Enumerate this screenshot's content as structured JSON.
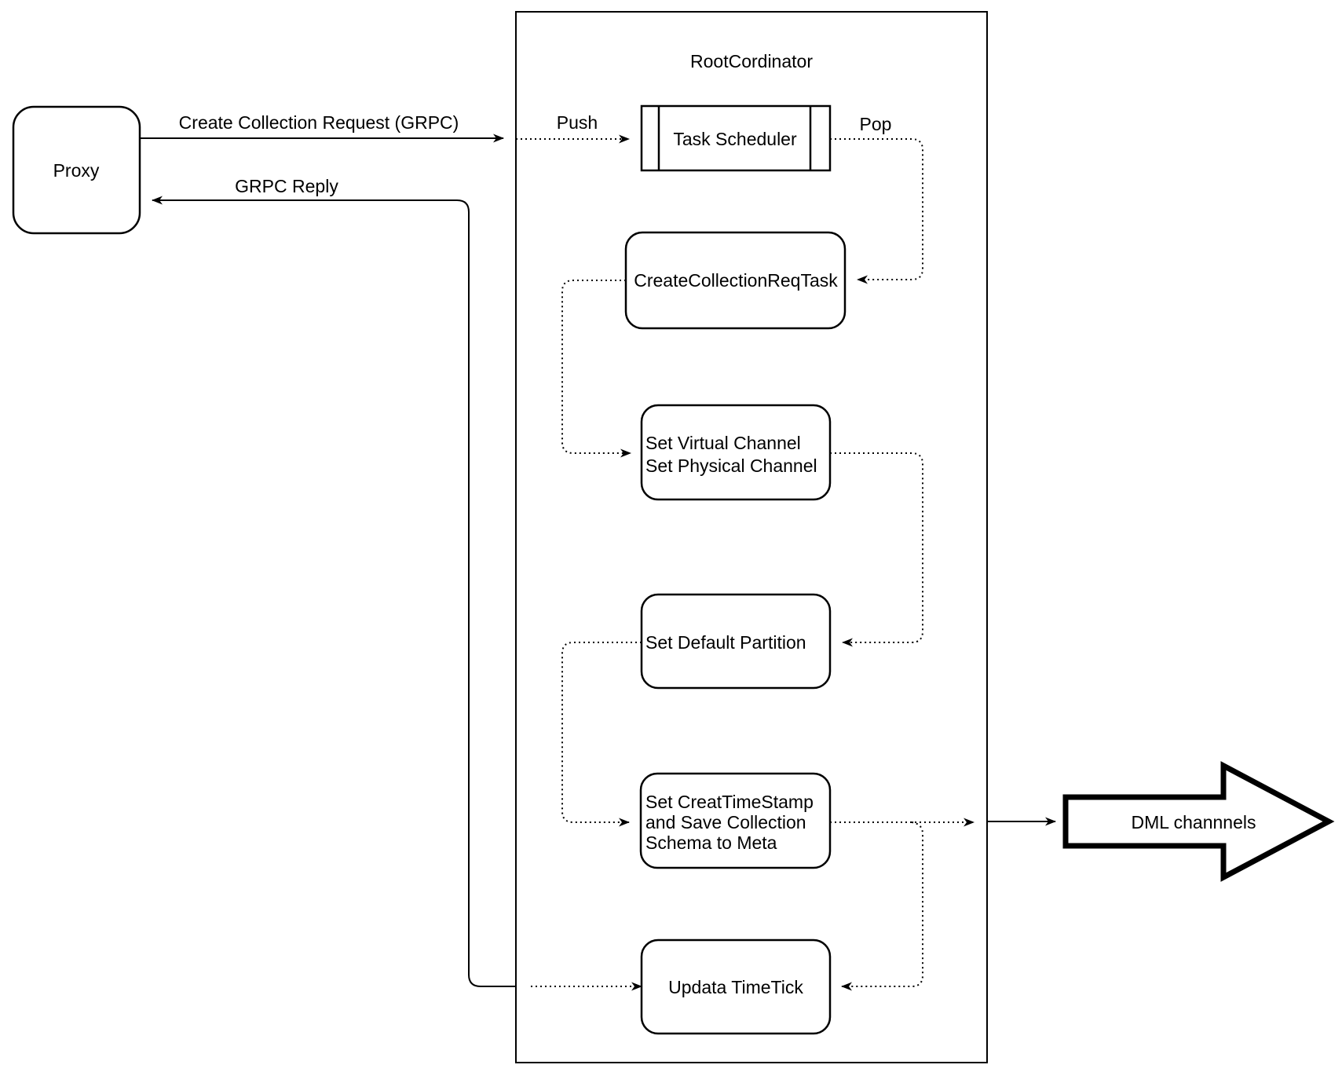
{
  "proxy": {
    "label": "Proxy"
  },
  "container": {
    "title": "RootCordinator"
  },
  "nodes": {
    "task_scheduler": {
      "label": "Task Scheduler"
    },
    "create_collection_req_task": {
      "label": "CreateCollectionReqTask"
    },
    "set_channel": {
      "line1": "Set Virtual Channel",
      "line2": "Set Physical Channel"
    },
    "set_default_partition": {
      "label": "Set Default Partition"
    },
    "set_timestamp": {
      "line1": "Set CreatTimeStamp",
      "line2": "and Save Collection",
      "line3": "Schema to Meta"
    },
    "update_timetick": {
      "label": "Updata TimeTick"
    }
  },
  "edges": {
    "create_request": {
      "label": "Create Collection Request (GRPC)"
    },
    "grpc_reply": {
      "label": "GRPC Reply"
    },
    "push": {
      "label": "Push"
    },
    "pop": {
      "label": "Pop"
    }
  },
  "dml": {
    "label": "DML channnels"
  },
  "colors": {
    "stroke": "#000000",
    "background": "#ffffff"
  }
}
